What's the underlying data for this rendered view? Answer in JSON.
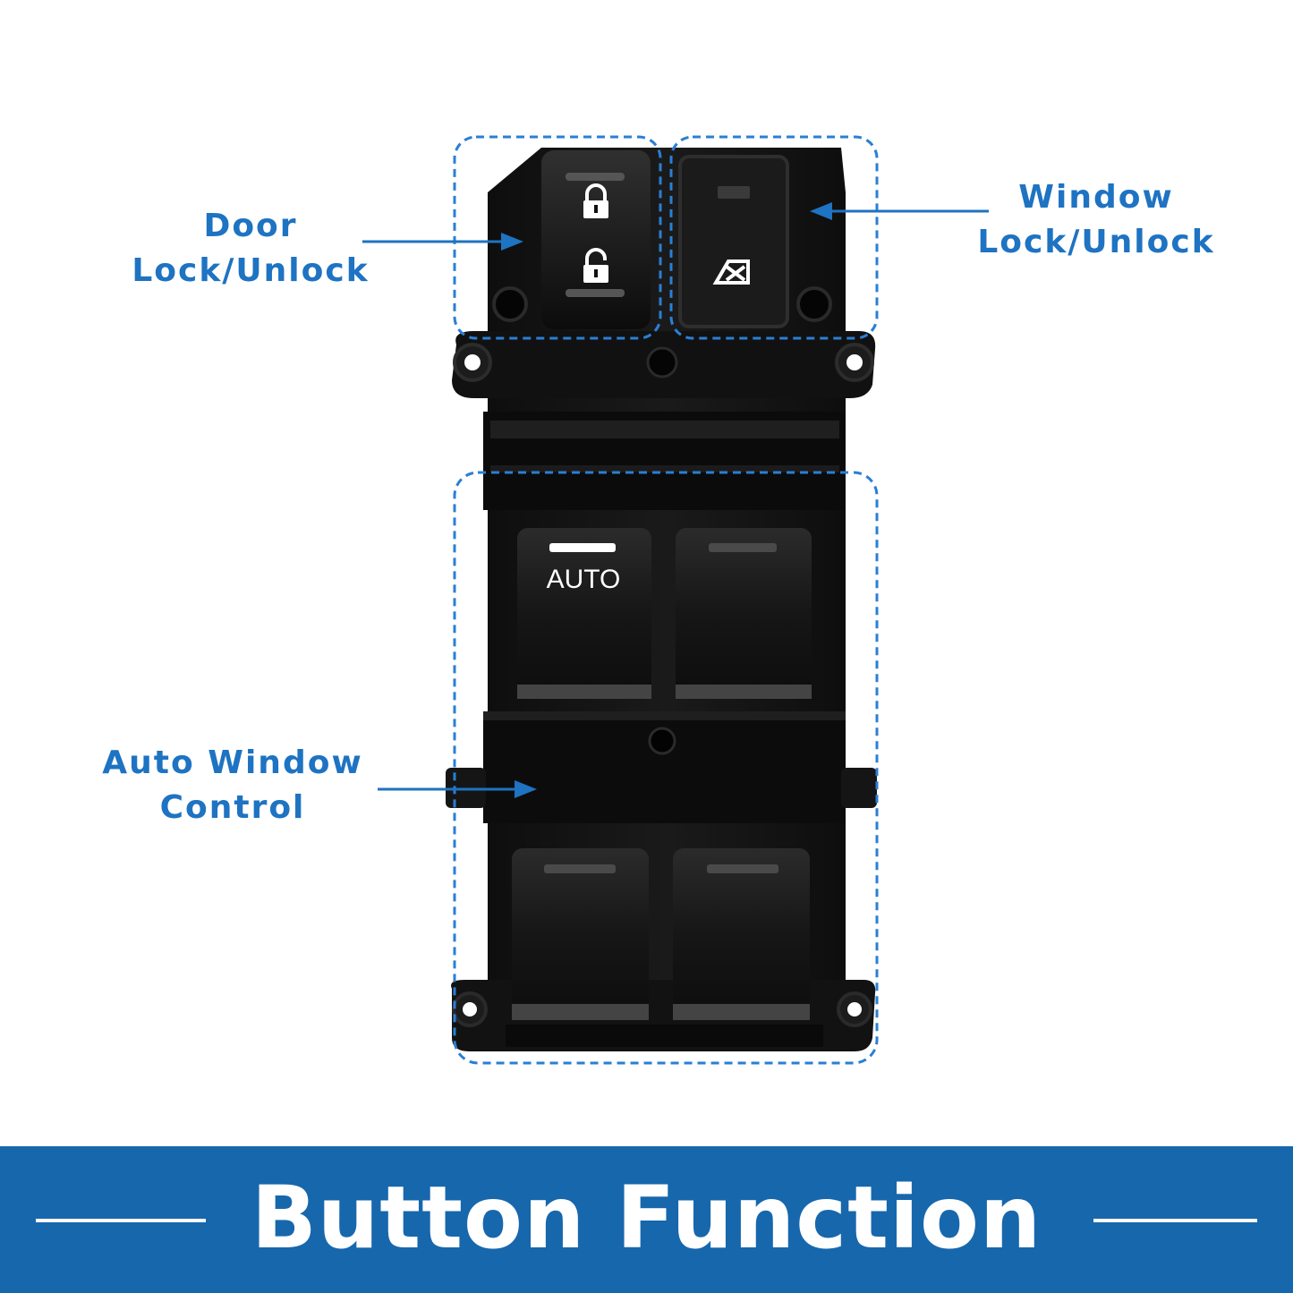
{
  "callouts": {
    "door_lock": {
      "line1": "Door",
      "line2": "Lock/Unlock"
    },
    "window_lock": {
      "line1": "Window",
      "line2": "Lock/Unlock"
    },
    "auto_window": {
      "line1": "Auto Window",
      "line2": "Control"
    }
  },
  "switch": {
    "auto_label": "AUTO"
  },
  "banner": {
    "title": "Button Function"
  },
  "colors": {
    "accent_blue": "#1e73c2",
    "banner_blue": "#1767ad",
    "panel_black": "#121212",
    "key_black": "#1a1a1a",
    "dash_blue": "#2a7fd4"
  }
}
